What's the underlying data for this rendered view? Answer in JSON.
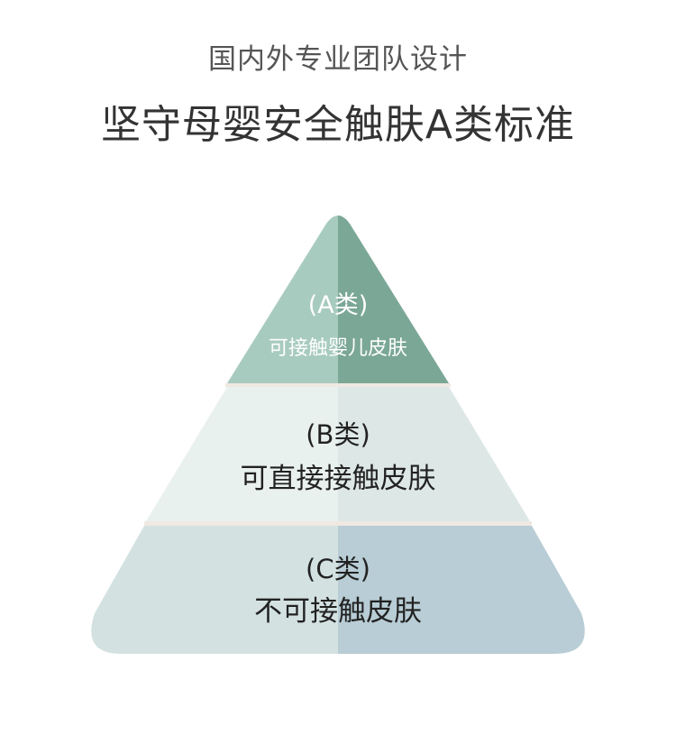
{
  "header": {
    "subtitle": "国内外专业团队设计",
    "title": "坚守母婴安全触肤A类标准"
  },
  "pyramid": {
    "tiers": [
      {
        "class_label": "(A类)",
        "description": "可接触婴儿皮肤"
      },
      {
        "class_label": "(B类)",
        "description": "可直接接触皮肤"
      },
      {
        "class_label": "(C类)",
        "description": "不可接触皮肤"
      }
    ]
  },
  "colors": {
    "tier_a_light": "#a8cbbf",
    "tier_a_dark": "#7ba797",
    "tier_b_light": "#e9f1ee",
    "tier_b_dark": "#dde7e6",
    "tier_c_light": "#d3e2e1",
    "tier_c_dark": "#b8cdd5",
    "separator": "#f0e8e2"
  }
}
